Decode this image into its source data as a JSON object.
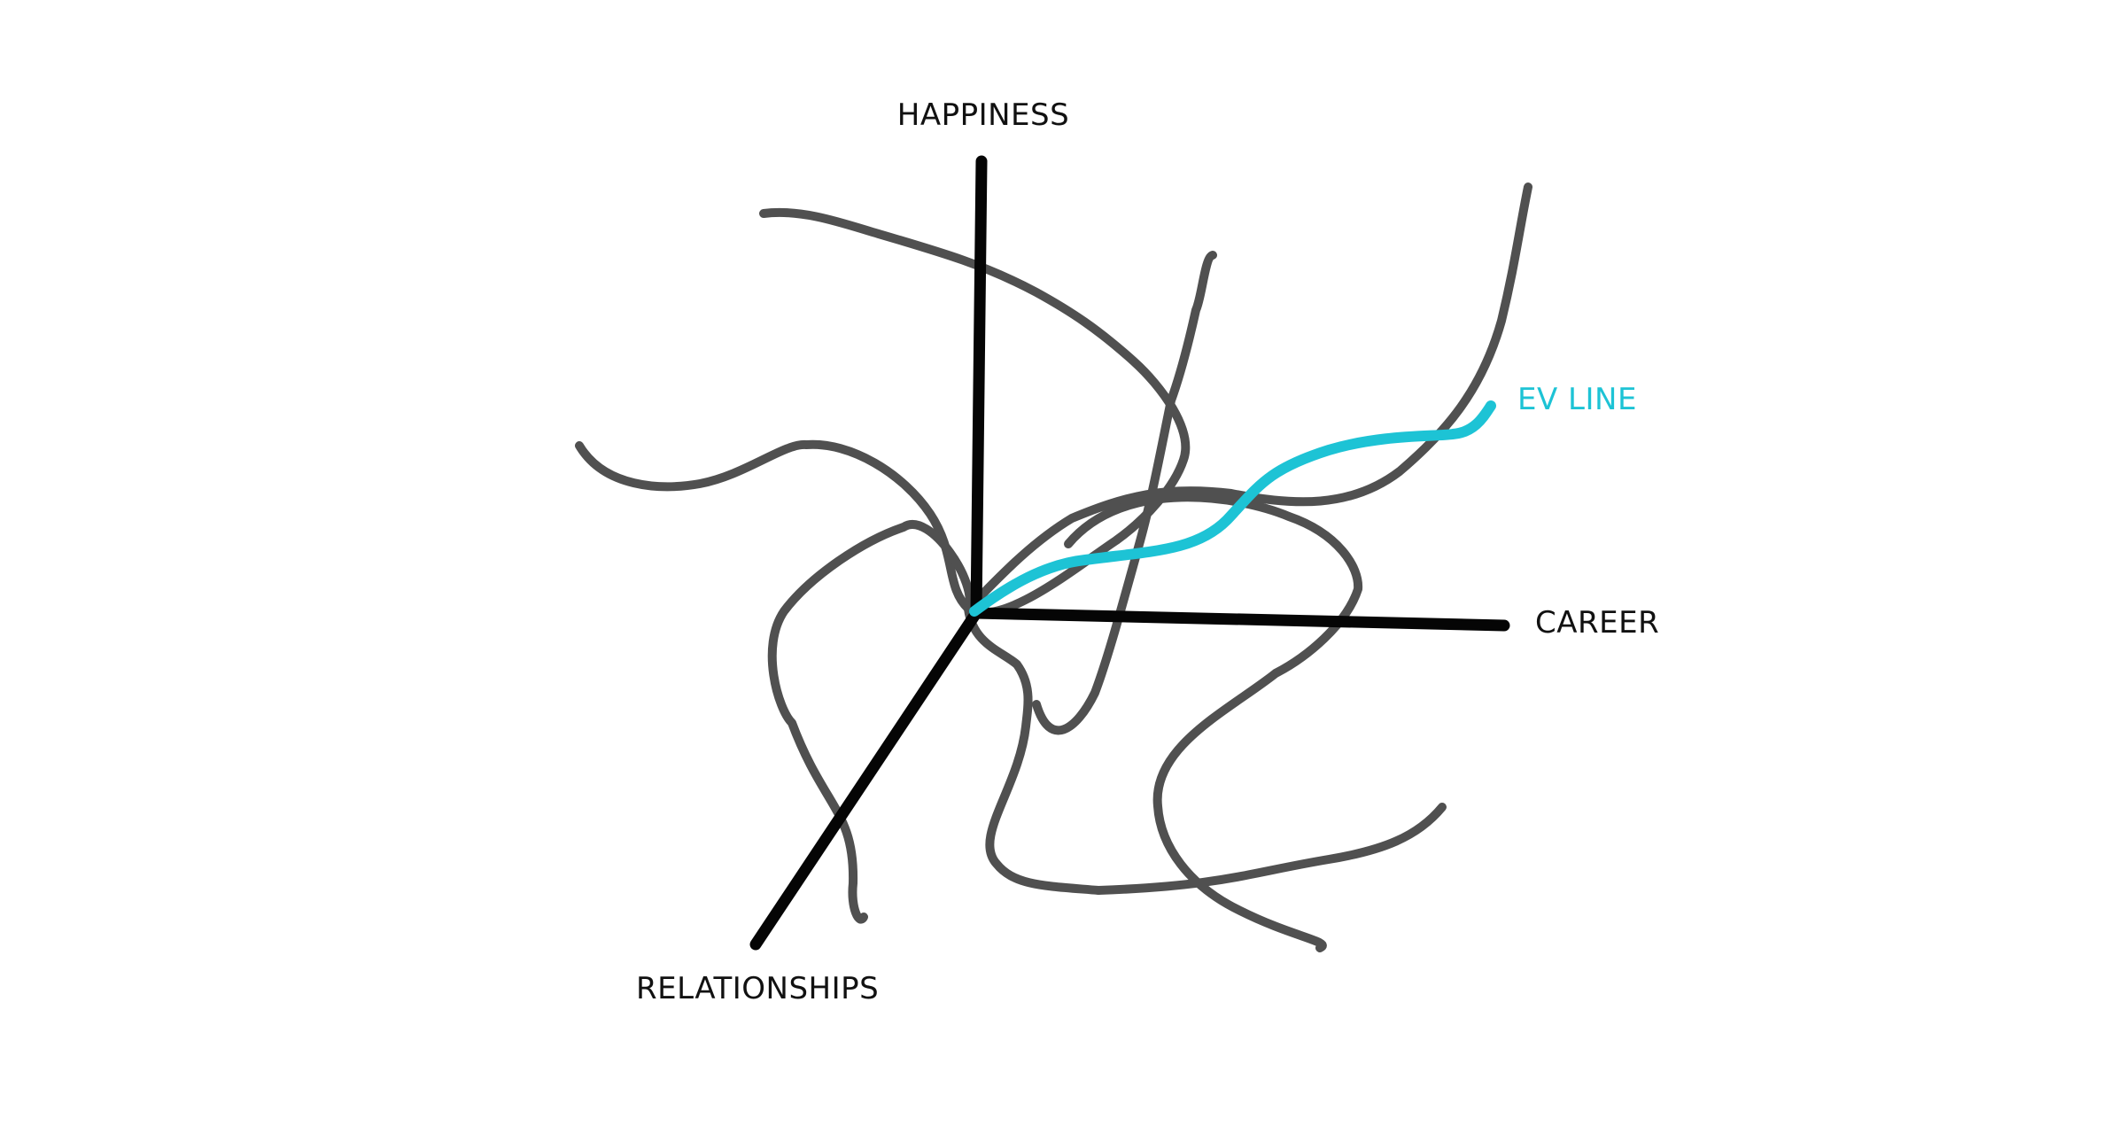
{
  "labels": {
    "happiness": "HAPPINESS",
    "career": "CAREER",
    "relationships": "RELATIONSHIPS",
    "ev_line": "EV LINE"
  },
  "colors": {
    "axis": "#050505",
    "paths": "#505050",
    "ev_line": "#1dc3d5",
    "background": "#ffffff"
  }
}
